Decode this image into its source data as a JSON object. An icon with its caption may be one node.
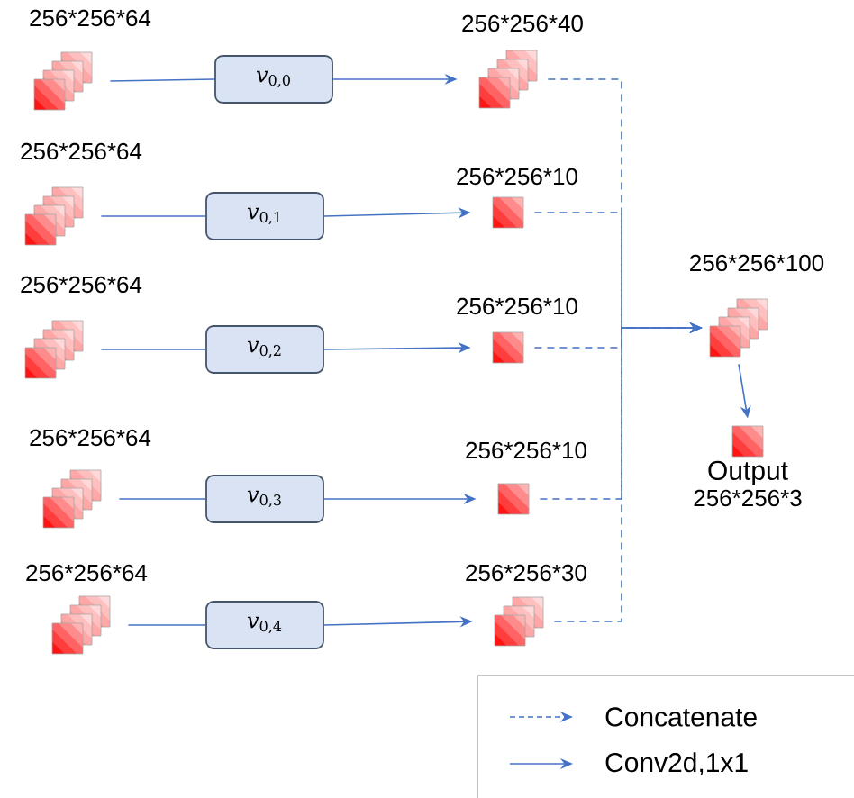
{
  "diagram": {
    "nodes": [
      {
        "text": [
          "256*256*64"
        ]
      },
      {
        "text": [
          "256*256*64"
        ]
      },
      {
        "text": [
          "256*256*64"
        ]
      },
      {
        "text": [
          "256*256*64"
        ]
      },
      {
        "text": [
          "256*256*64"
        ]
      },
      {
        "text": [
          "*v*$_{0,0}$"
        ]
      },
      {
        "text": [
          "*v*$_{0,1}$"
        ]
      },
      {
        "text": [
          "*v*$_{0,2}$"
        ]
      },
      {
        "text": [
          "*v*$_{0,3}$"
        ]
      },
      {
        "text": [
          "*v*$_{0,4}$"
        ]
      },
      {
        "text": [
          "256*256*40"
        ]
      },
      {
        "text": [
          "256*256*10"
        ]
      },
      {
        "text": [
          "256*256*10"
        ]
      },
      {
        "text": [
          "256*256*10"
        ]
      },
      {
        "text": [
          "256*256*30"
        ]
      },
      {
        "text": [
          "256*256*100"
        ]
      },
      {
        "text": [
          "Output",
          "256*256*3"
        ]
      }
    ],
    "edges": [
      {
        "from": 0,
        "to": 5,
        "arrow": "none"
      },
      {
        "from": 5,
        "to": 10,
        "arrow": "to"
      },
      {
        "from": 1,
        "to": 6,
        "arrow": "none"
      },
      {
        "from": 6,
        "to": 11,
        "arrow": "to"
      },
      {
        "from": 2,
        "to": 7,
        "arrow": "none"
      },
      {
        "from": 7,
        "to": 12,
        "arrow": "to"
      },
      {
        "from": 3,
        "to": 8,
        "arrow": "none"
      },
      {
        "from": 8,
        "to": 13,
        "arrow": "to"
      },
      {
        "from": 4,
        "to": 9,
        "arrow": "none"
      },
      {
        "from": 9,
        "to": 14,
        "arrow": "to"
      },
      {
        "from": 10,
        "to": 15,
        "arrow": "to",
        "style": "dashed"
      },
      {
        "from": 11,
        "to": 15,
        "arrow": "to",
        "style": "dashed"
      },
      {
        "from": 12,
        "to": 15,
        "arrow": "to",
        "style": "dashed"
      },
      {
        "from": 13,
        "to": 15,
        "arrow": "to",
        "style": "dashed"
      },
      {
        "from": 14,
        "to": 15,
        "arrow": "to",
        "style": "dashed"
      },
      {
        "from": 15,
        "to": 16,
        "arrow": "to"
      }
    ],
    "legend": [
      {
        "text": "Concatenate"
      },
      {
        "text": "Conv2d,1x1"
      }
    ]
  }
}
